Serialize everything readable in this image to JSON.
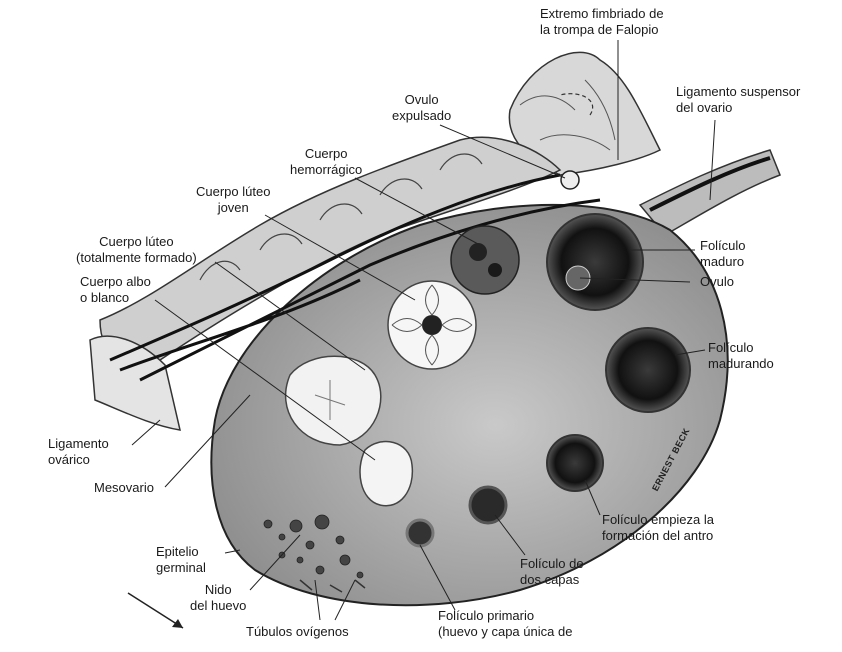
{
  "labels": {
    "fimbriated_end": [
      "Extremo fimbriado de",
      "la trompa de Falopio"
    ],
    "suspensory_ligament": [
      "Ligamento suspensor",
      "del ovario"
    ],
    "expelled_ovum": [
      "Ovulo",
      "expulsado"
    ],
    "corpus_hemorrhagicum": [
      "Cuerpo",
      "hemorrágico"
    ],
    "young_corpus_luteum": [
      "Cuerpo lúteo",
      "joven"
    ],
    "mature_corpus_luteum": [
      "Cuerpo lúteo",
      "(totalmente formado)"
    ],
    "corpus_albicans": [
      "Cuerpo albo",
      "o blanco"
    ],
    "mature_follicle": [
      "Folículo",
      "maduro"
    ],
    "ovum": "Ovulo",
    "maturing_follicle": [
      "Folículo",
      "madurando"
    ],
    "ovarian_ligament": [
      "Ligamento",
      "ovárico"
    ],
    "mesovarium": "Mesovario",
    "antrum_follicle": [
      "Folículo empieza la",
      "formación del antro"
    ],
    "two_layer_follicle": [
      "Folículo de",
      "dos capas"
    ],
    "germinal_epithelium": [
      "Epitelio",
      "germinal"
    ],
    "egg_nest": [
      "Nido",
      "del huevo"
    ],
    "primary_follicle": [
      "Folículo primario",
      "(huevo y capa única de"
    ],
    "ovigerous_tubules": "Túbulos ovígenos"
  },
  "signature": "ERNEST BECK"
}
